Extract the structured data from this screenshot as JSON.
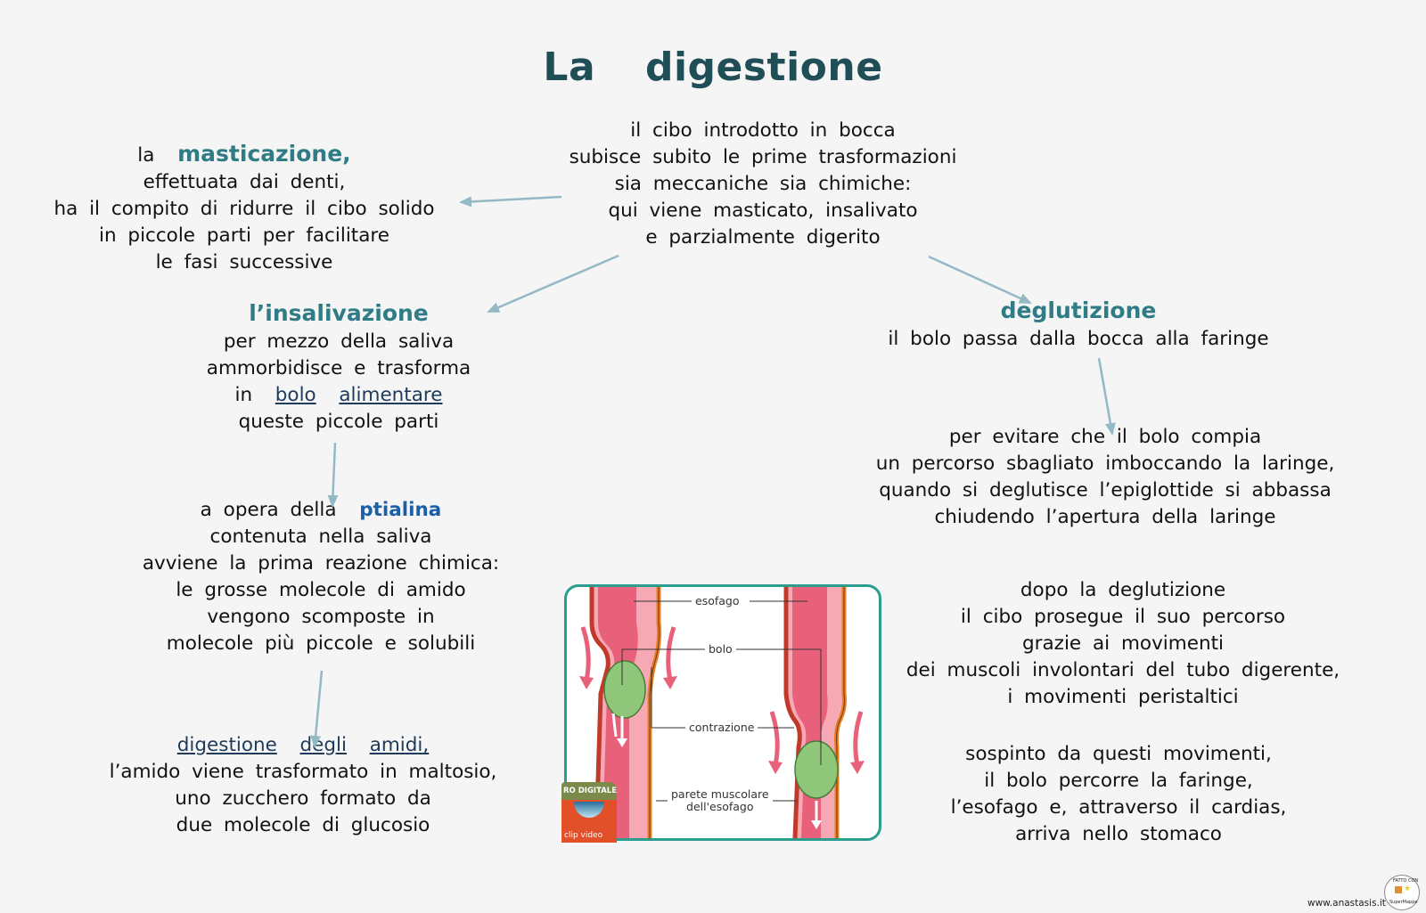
{
  "title": "La digestione",
  "center": {
    "lines": [
      "il cibo introdotto in bocca",
      "subisce subito le prime trasformazioni",
      "sia meccaniche sia chimiche:",
      "qui viene masticato, insalivato",
      "e parzialmente digerito"
    ]
  },
  "masticazione": {
    "prefix": "la",
    "keyword": "masticazione,",
    "lines": [
      "effettuata dai denti,",
      "ha il compito di ridurre il cibo solido",
      "in piccole parti per facilitare",
      "le fasi successive"
    ]
  },
  "insalivazione": {
    "keyword": "l’insalivazione",
    "line1": "per mezzo della saliva",
    "line2": "ammorbidisce e trasforma",
    "line3_prefix": "in",
    "line3_ul1": "bolo",
    "line3_ul2": "alimentare",
    "line4": "queste piccole parti"
  },
  "ptialina": {
    "prefix": "a opera della",
    "keyword": "ptialina",
    "lines": [
      "contenuta nella saliva",
      "avviene la prima reazione chimica:",
      "le grosse molecole di amido",
      "vengono scomposte in",
      "molecole più piccole e solubili"
    ]
  },
  "amidi": {
    "ul1": "digestione",
    "ul2": "degli",
    "ul3": "amidi,",
    "lines": [
      "l’amido viene trasformato in maltosio,",
      "uno zucchero formato da",
      "due molecole di glucosio"
    ]
  },
  "deglutizione": {
    "keyword": "deglutizione",
    "line": "il bolo passa dalla bocca alla faringe"
  },
  "epiglottide": {
    "lines": [
      "per evitare che il bolo compia",
      "un percorso sbagliato imboccando la laringe,",
      "quando si deglutisce l’epiglottide si abbassa",
      "chiudendo l’apertura della laringe"
    ]
  },
  "peristalsi": {
    "lines": [
      "dopo la deglutizione",
      "il cibo prosegue il suo percorso",
      "grazie ai movimenti",
      "dei muscoli involontari del tubo digerente,",
      "i movimenti peristaltici"
    ]
  },
  "stomaco": {
    "lines": [
      "sospinto da questi movimenti,",
      "il bolo percorre la faringe,",
      "l’esofago e, attraverso il cardias,",
      "arriva nello stomaco"
    ]
  },
  "figure": {
    "labels": {
      "esofago": "esofago",
      "bolo": "bolo",
      "contrazione": "contrazione",
      "parete1": "parete muscolare",
      "parete2": "dell'esofago"
    },
    "badge": {
      "top": "RO DIGITALE",
      "bottom": "clip video"
    }
  },
  "footer": {
    "website": "www.anastasis.it",
    "logo_top": "FATTO CON",
    "logo_bottom": "SuperMappe"
  },
  "colors": {
    "title": "#1f4e57",
    "keyword": "#2f7b86",
    "ptialina": "#1a5fa8",
    "arrow": "#93b9c4",
    "figure_border": "#2a9d8f"
  }
}
